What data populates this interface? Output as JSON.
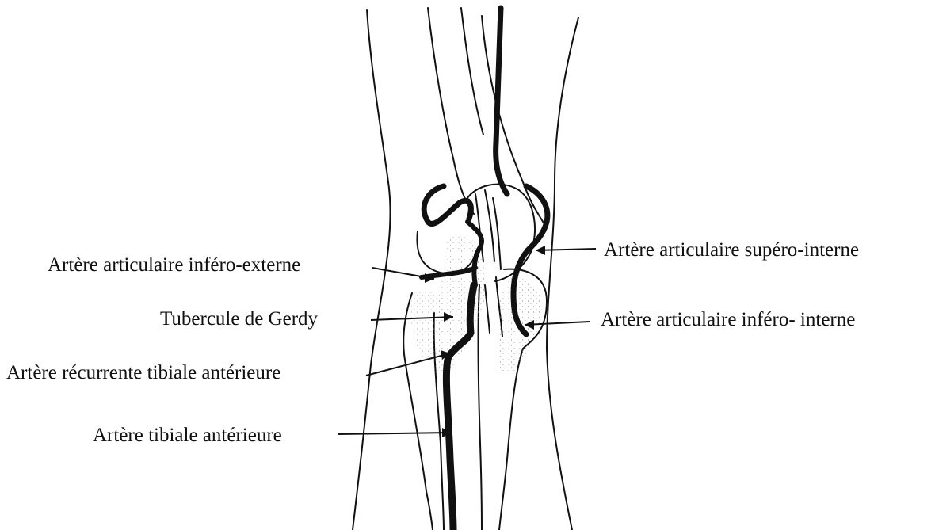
{
  "figure": {
    "labels_left": [
      "Artère articulaire inféro-externe",
      "Tubercule de Gerdy",
      "Artère récurrente tibiale antérieure",
      "Artère tibiale antérieure"
    ],
    "labels_right": [
      "Artère articulaire supéro-interne",
      "Artère articulaire inféro- interne"
    ],
    "colors": {
      "ink": "#111111",
      "stipple": "#9a9a9a",
      "paper": "#ffffff"
    }
  }
}
